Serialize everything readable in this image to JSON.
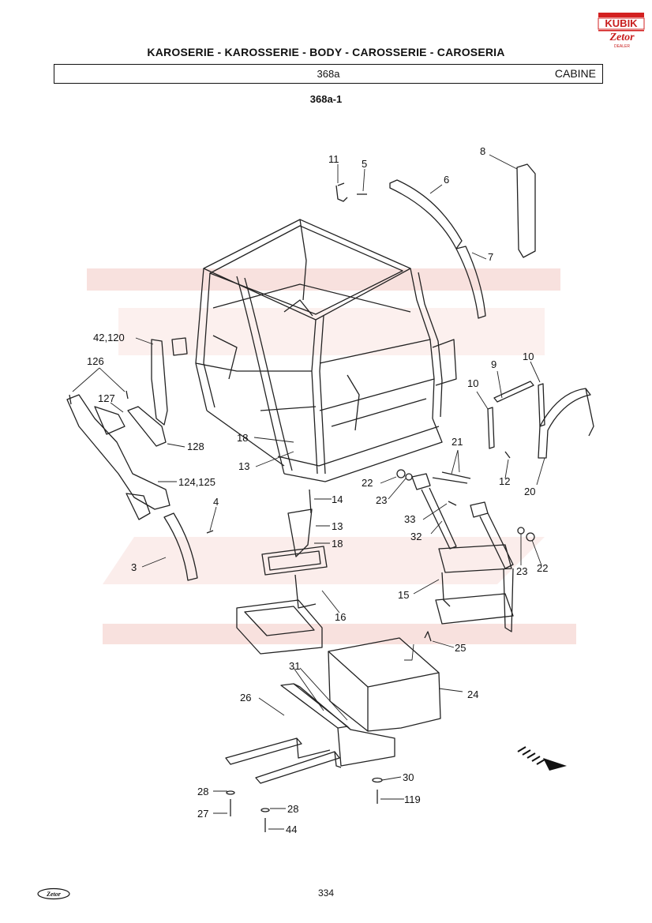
{
  "header": {
    "title": "KAROSERIE - KAROSSERIE - BODY - CAROSSERIE - CAROSERIA",
    "ref_code": "368a",
    "ref_name": "CABINE",
    "sub_code": "368a-1"
  },
  "logos": {
    "top_logo_text": "KUBIK",
    "top_logo_sub": "Zetor",
    "top_logo_sub2": "DEALER",
    "footer_logo_text": "Zetor"
  },
  "callouts": [
    "11",
    "5",
    "6",
    "8",
    "7",
    "42,120",
    "126",
    "127",
    "128",
    "18",
    "13",
    "9",
    "10",
    "10",
    "21",
    "12",
    "22",
    "23",
    "14",
    "4",
    "124,125",
    "13",
    "18",
    "33",
    "32",
    "3",
    "16",
    "15",
    "23",
    "22",
    "20",
    "25",
    "24",
    "31",
    "26",
    "30",
    "119",
    "28",
    "27",
    "28",
    "44"
  ],
  "footer": {
    "page_number": "334"
  },
  "colors": {
    "ink": "#111111",
    "watermark": "#e7332a",
    "frame_line": "#222222"
  }
}
